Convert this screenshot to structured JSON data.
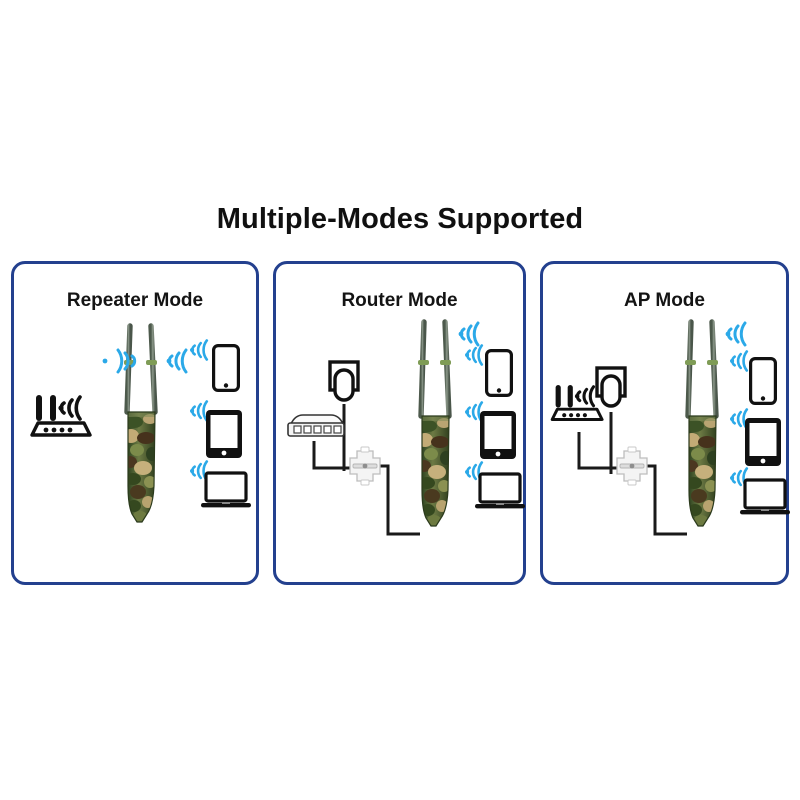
{
  "page": {
    "title": "Multiple-Modes Supported",
    "background_color": "#ffffff"
  },
  "colors": {
    "panel_border": "#23408e",
    "title_text": "#101010",
    "wifi_wave": "#2ba9e8",
    "device_outline": "#111111",
    "cable": "#1a1a1a",
    "antenna_body": "#5f6d60",
    "camo_green": "#3e5a2f",
    "camo_olive": "#6f7a3a",
    "camo_tan": "#c4a971",
    "camo_brown": "#4a3a22",
    "injector_body": "#f2f2f2",
    "switch_body": "#fbfbfb"
  },
  "panels": [
    {
      "id": "repeater-mode",
      "label": "Repeater Mode",
      "source_device": "wifi-router",
      "has_poe_injector": false,
      "has_power_adapter": false,
      "has_switch": false,
      "clients": [
        "smartphone",
        "tablet",
        "laptop"
      ],
      "ap_wifi_sides": [
        "left",
        "right"
      ]
    },
    {
      "id": "router-mode",
      "label": "Router Mode",
      "source_device": "network-switch",
      "has_poe_injector": true,
      "has_power_adapter": true,
      "has_switch": true,
      "clients": [
        "smartphone",
        "tablet",
        "laptop"
      ],
      "ap_wifi_sides": [
        "right"
      ]
    },
    {
      "id": "ap-mode",
      "label": "AP Mode",
      "source_device": "wifi-router",
      "has_poe_injector": true,
      "has_power_adapter": true,
      "has_switch": false,
      "clients": [
        "smartphone",
        "tablet",
        "laptop"
      ],
      "ap_wifi_sides": [
        "right"
      ]
    }
  ],
  "icon_names": {
    "wifi_wave": "wifi-signal-icon",
    "router": "wifi-router-icon",
    "switch": "network-switch-icon",
    "power_adapter": "power-adapter-icon",
    "poe_injector": "poe-injector-icon",
    "outdoor_ap": "outdoor-access-point-icon",
    "smartphone": "smartphone-icon",
    "tablet": "tablet-icon",
    "laptop": "laptop-icon",
    "cable": "ethernet-cable"
  }
}
